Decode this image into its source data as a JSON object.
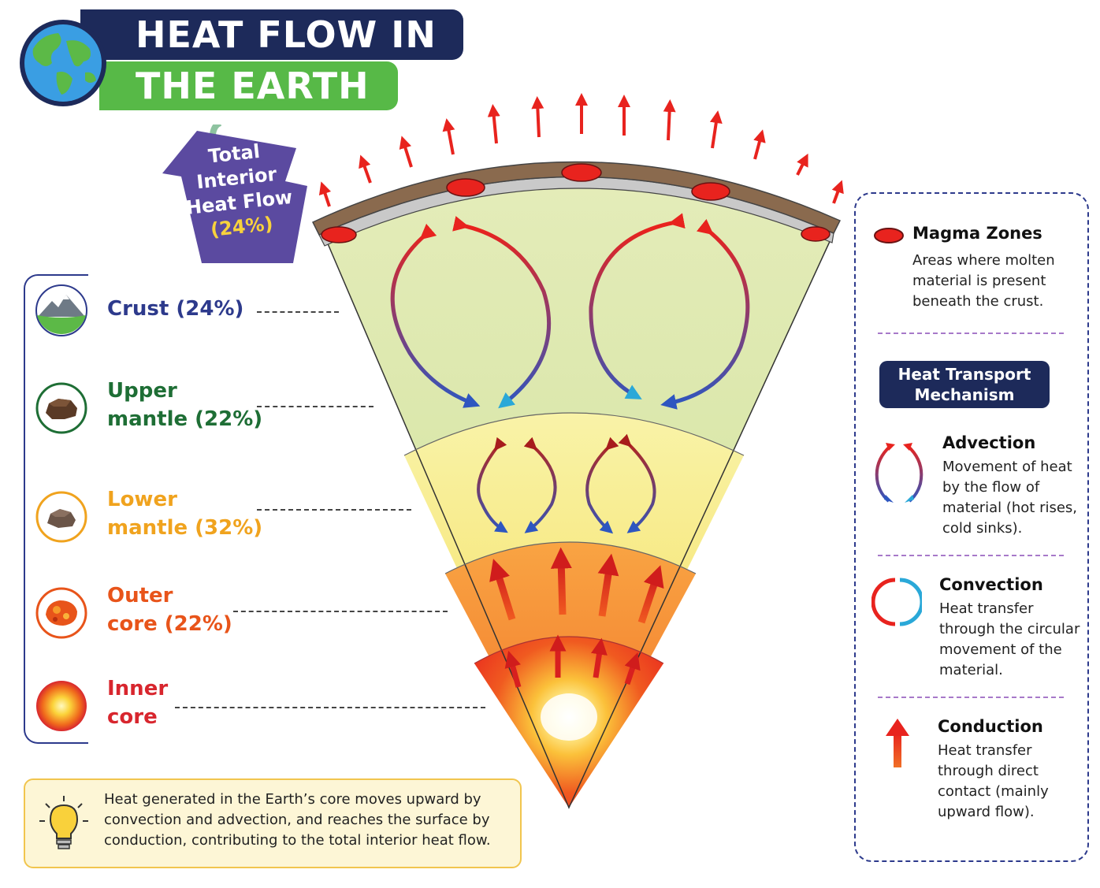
{
  "title": {
    "line1": "HEAT FLOW IN",
    "line2": "THE EARTH"
  },
  "interior_flow": {
    "line1": "Total",
    "line2": "Interior",
    "line3": "Heat Flow",
    "percent": "(24%)"
  },
  "layers": [
    {
      "name": "Crust",
      "percent": "(24%)",
      "color": "#2d3a8c",
      "icon": "mountain-icon"
    },
    {
      "name_line1": "Upper",
      "name_line2": "mantle (22%)",
      "color": "#1e6e35",
      "icon": "brown-rock-icon"
    },
    {
      "name_line1": "Lower",
      "name_line2": "mantle (32%)",
      "color": "#f0a31e",
      "icon": "gray-rock-icon"
    },
    {
      "name_line1": "Outer",
      "name_line2": "core (22%)",
      "color": "#e8541a",
      "icon": "molten-rock-icon"
    },
    {
      "name_line1": "Inner",
      "name_line2": "core",
      "color": "#d8262e",
      "icon": "glowing-core-icon"
    }
  ],
  "note": "Heat generated in the Earth’s core moves upward by convection and advection, and reaches the surface by conduction, contributing to the total interior heat flow.",
  "legend": {
    "magma": {
      "title": "Magma Zones",
      "text": "Areas where molten material is present beneath the crust."
    },
    "mechanism_header": "Heat Transport Mechanism",
    "advection": {
      "title": "Advection",
      "text": "Movement of heat by the flow of material (hot rises, cold sinks)."
    },
    "convection": {
      "title": "Convection",
      "text": "Heat transfer through the circular movement of the material."
    },
    "conduction": {
      "title": "Conduction",
      "text": "Heat transfer through direct contact (mainly upward flow)."
    }
  },
  "colors": {
    "navy": "#1d2a5a",
    "green": "#57b947",
    "purple": "#5b4aa0",
    "red": "#e8231e",
    "blue": "#2e56c0",
    "cyan": "#2aa8d8",
    "crust": "#8a6a4e"
  }
}
